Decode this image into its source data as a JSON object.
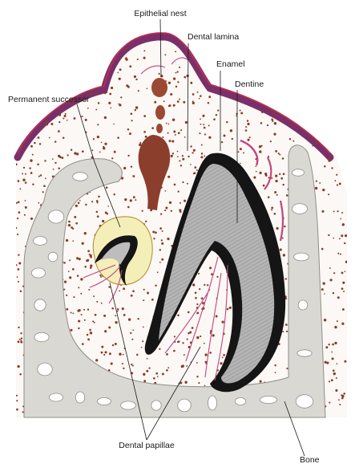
{
  "labels": {
    "epithelial_nest": "Epithelial nest",
    "dental_lamina": "Dental lamina",
    "enamel": "Enamel",
    "dentine": "Dentine",
    "permanent_successor": "Permanent successor",
    "dental_papillae": "Dental papillae",
    "bone": "Bone"
  },
  "colors": {
    "epithelium": "#7a2f6a",
    "epithelium_edge": "#c0304a",
    "cell_dots": "#8a3a2a",
    "bone": "#d9d8d2",
    "enamel": "#151515",
    "dentine": "#a8a8a8",
    "successor_follicle": "#f4efb8",
    "vessels": "#c2457f"
  }
}
